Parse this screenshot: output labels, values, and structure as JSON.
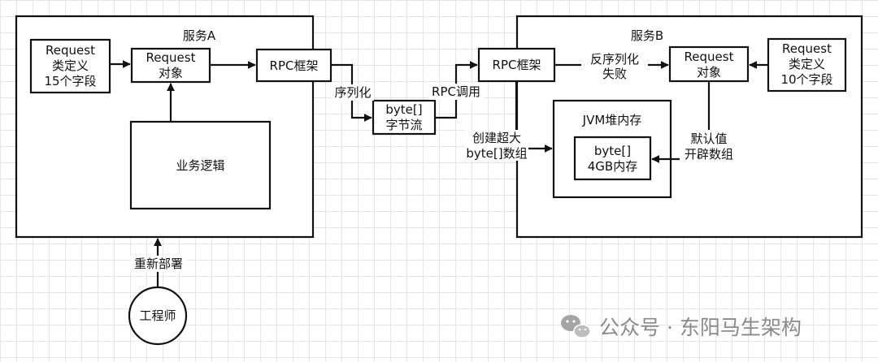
{
  "service_a": {
    "title": "服务A",
    "request_def": [
      "Request",
      "类定义",
      "15个字段"
    ],
    "request_obj": [
      "Request",
      "对象"
    ],
    "rpc": "RPC框架",
    "business": "业务逻辑"
  },
  "middle": {
    "serialize": "序列化",
    "bytes": [
      "byte[]",
      "字节流"
    ],
    "rpc_call": "RPC调用"
  },
  "service_b": {
    "title": "服务B",
    "rpc": "RPC框架",
    "deserialize_fail": [
      "反序列化",
      "失败"
    ],
    "request_obj": [
      "Request",
      "对象"
    ],
    "request_def": [
      "Request",
      "类定义",
      "10个字段"
    ],
    "jvm_heap": "JVM堆内存",
    "heap_bytes": [
      "byte[]",
      "4GB内存"
    ],
    "create_array": [
      "创建超大",
      "byte[]数组"
    ],
    "default_alloc": [
      "默认值",
      "开辟数组"
    ]
  },
  "bottom": {
    "redeploy": "重新部署",
    "engineer": "工程师"
  },
  "watermark": "公众号 · 东阳马生架构",
  "watermark_icon": "wechat-icon"
}
